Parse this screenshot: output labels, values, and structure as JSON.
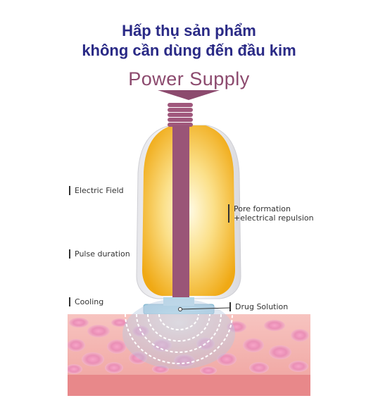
{
  "heading": {
    "line1": "Hấp thụ sản phẩm",
    "line2": "không cần dùng đến đầu kim"
  },
  "diagram": {
    "power_supply": "Power Supply",
    "labels": {
      "electric_field": "Electric Field",
      "pulse_duration": "Pulse duration",
      "cooling": "Cooling",
      "pore_formation_line1": "Pore formation",
      "pore_formation_line2": "+electrical repulsion",
      "drug_solution": "Drug Solution"
    }
  },
  "colors": {
    "title": "#2a2a86",
    "power_supply_text": "#8c4a6e",
    "rod": "#9a5577",
    "device_body": "#f2b21a",
    "skin": "#f0b8b4",
    "cooling_head": "#9ecbe0"
  }
}
